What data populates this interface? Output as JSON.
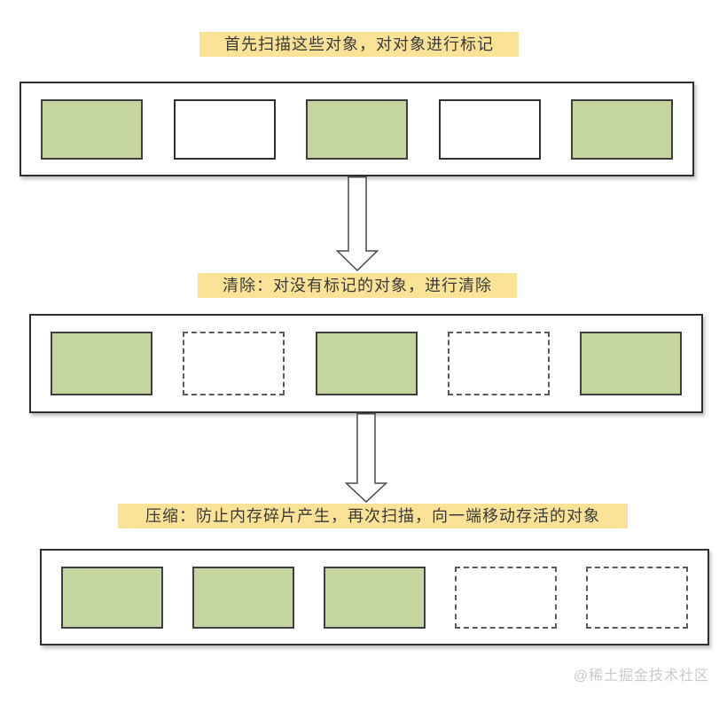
{
  "diagram": {
    "steps": [
      {
        "title": "首先扫描这些对象，对对象进行标记",
        "boxes": [
          "live",
          "free",
          "live",
          "free",
          "live"
        ]
      },
      {
        "title": "清除：对没有标记的对象，进行清除",
        "boxes": [
          "live",
          "cleared",
          "live",
          "cleared",
          "live"
        ]
      },
      {
        "title": "压缩：防止内存碎片产生，再次扫描，向一端移动存活的对象",
        "boxes": [
          "live",
          "live",
          "live",
          "cleared",
          "cleared"
        ]
      }
    ],
    "colors": {
      "live_fill": "#c4d5a0",
      "title_bg": "#fae297",
      "watermark": "#c9c9c9"
    },
    "watermark": "@稀土掘金技术社区"
  }
}
